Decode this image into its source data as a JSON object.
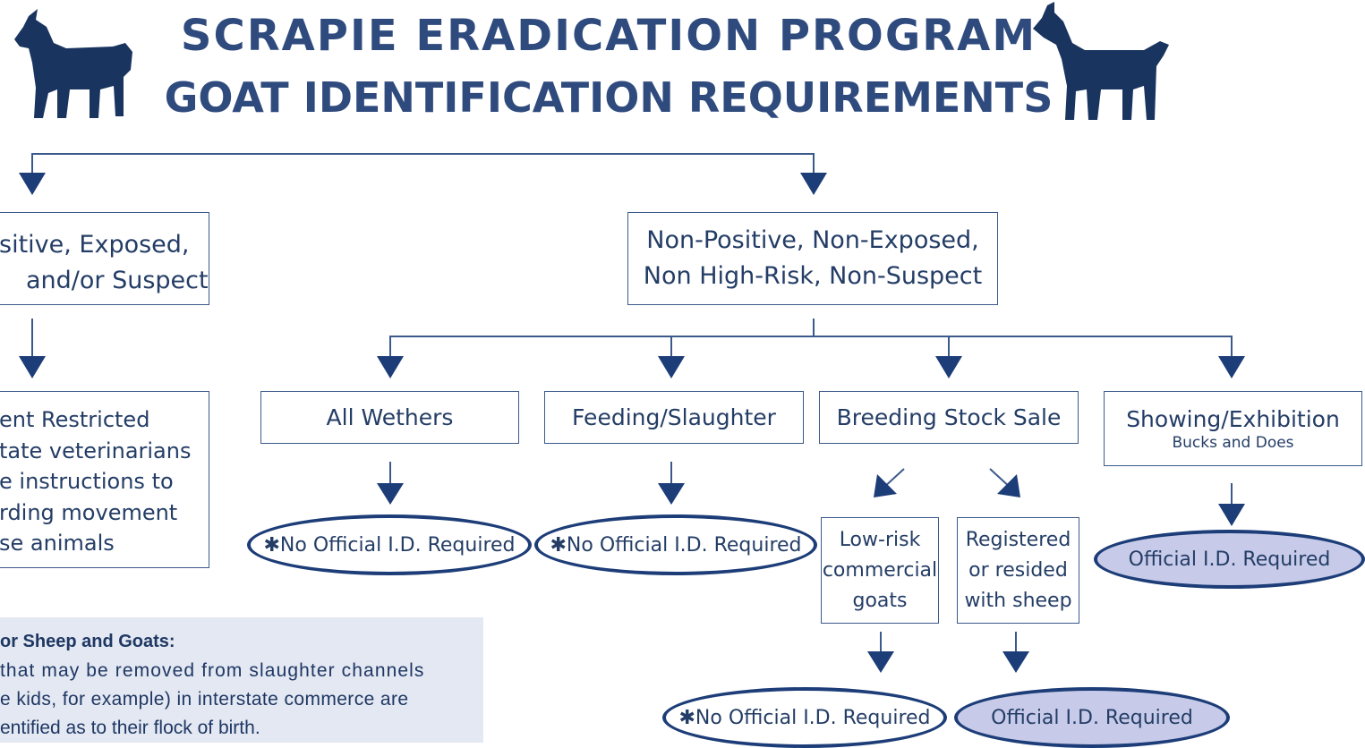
{
  "header": {
    "title_line1": "SCRAPIE ERADICATION PROGRAM",
    "title_line2": "GOAT IDENTIFICATION REQUIREMENTS",
    "left_icon": "goat-icon",
    "right_icon": "goat-icon"
  },
  "left_branch": {
    "category_line1": "sitive, Exposed,",
    "category_line2": "and/or Suspect",
    "instruction_lines": [
      "ent Restricted",
      "tate veterinarians",
      "e instructions to",
      "rding movement",
      "se animals"
    ]
  },
  "right_branch": {
    "category_line1": "Non-Positive, Non-Exposed,",
    "category_line2": "Non High-Risk, Non-Suspect"
  },
  "categories": {
    "wethers": "All Wethers",
    "feeding": "Feeding/Slaughter",
    "breeding": "Breeding Stock Sale",
    "showing": "Showing/Exhibition",
    "showing_sub": "Bucks and Does",
    "low_risk_lines": [
      "Low-risk",
      "commercial",
      "goats"
    ],
    "registered_lines": [
      "Registered",
      "or resided",
      "with sheep"
    ]
  },
  "outcomes": {
    "no_id_required": "✱No Official I.D. Required",
    "official_id_required": "Official I.D. Required"
  },
  "note": {
    "heading": "or Sheep and Goats:",
    "lines": [
      "that may be removed from slaughter channels",
      "e kids, for example) in interstate commerce are",
      "entified as to their flock of birth."
    ]
  },
  "colors": {
    "dark_blue": "#1d3d78",
    "text_blue": "#243d66",
    "oval_fill": "#c7cbe9",
    "note_bg": "#e3e8f2"
  }
}
